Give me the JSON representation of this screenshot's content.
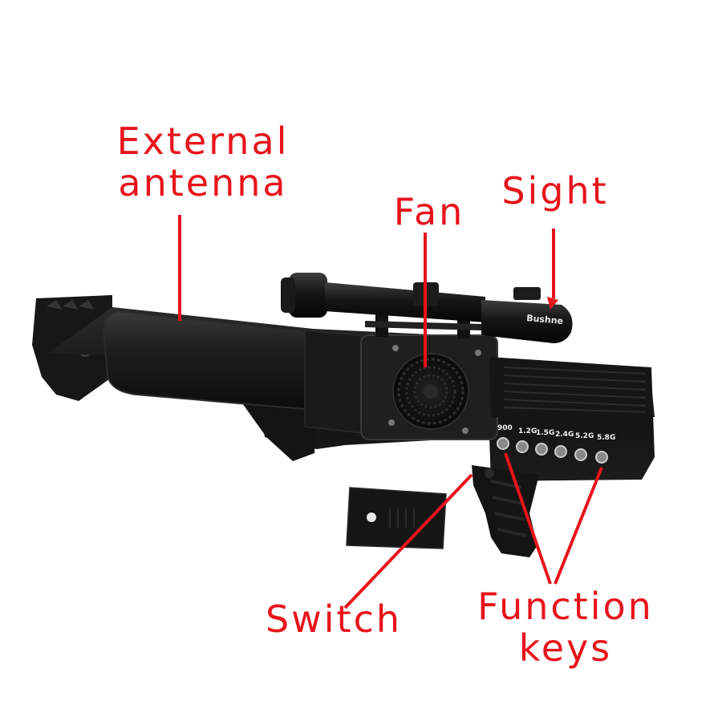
{
  "image": {
    "subject": "handheld drone jammer device",
    "background": "#ffffff",
    "callout_color": "#e8131b",
    "scope_brand": "Bushne"
  },
  "callouts": {
    "external_antenna": {
      "line1": "External",
      "line2": "antenna"
    },
    "fan": {
      "label": "Fan"
    },
    "sight": {
      "label": "Sight"
    },
    "switch": {
      "label": "Switch"
    },
    "function_keys": {
      "line1": "Function",
      "line2": "keys"
    }
  },
  "band_labels": [
    "900",
    "1.2G",
    "1.5G",
    "2.4G",
    "5.2G",
    "5.8G"
  ]
}
